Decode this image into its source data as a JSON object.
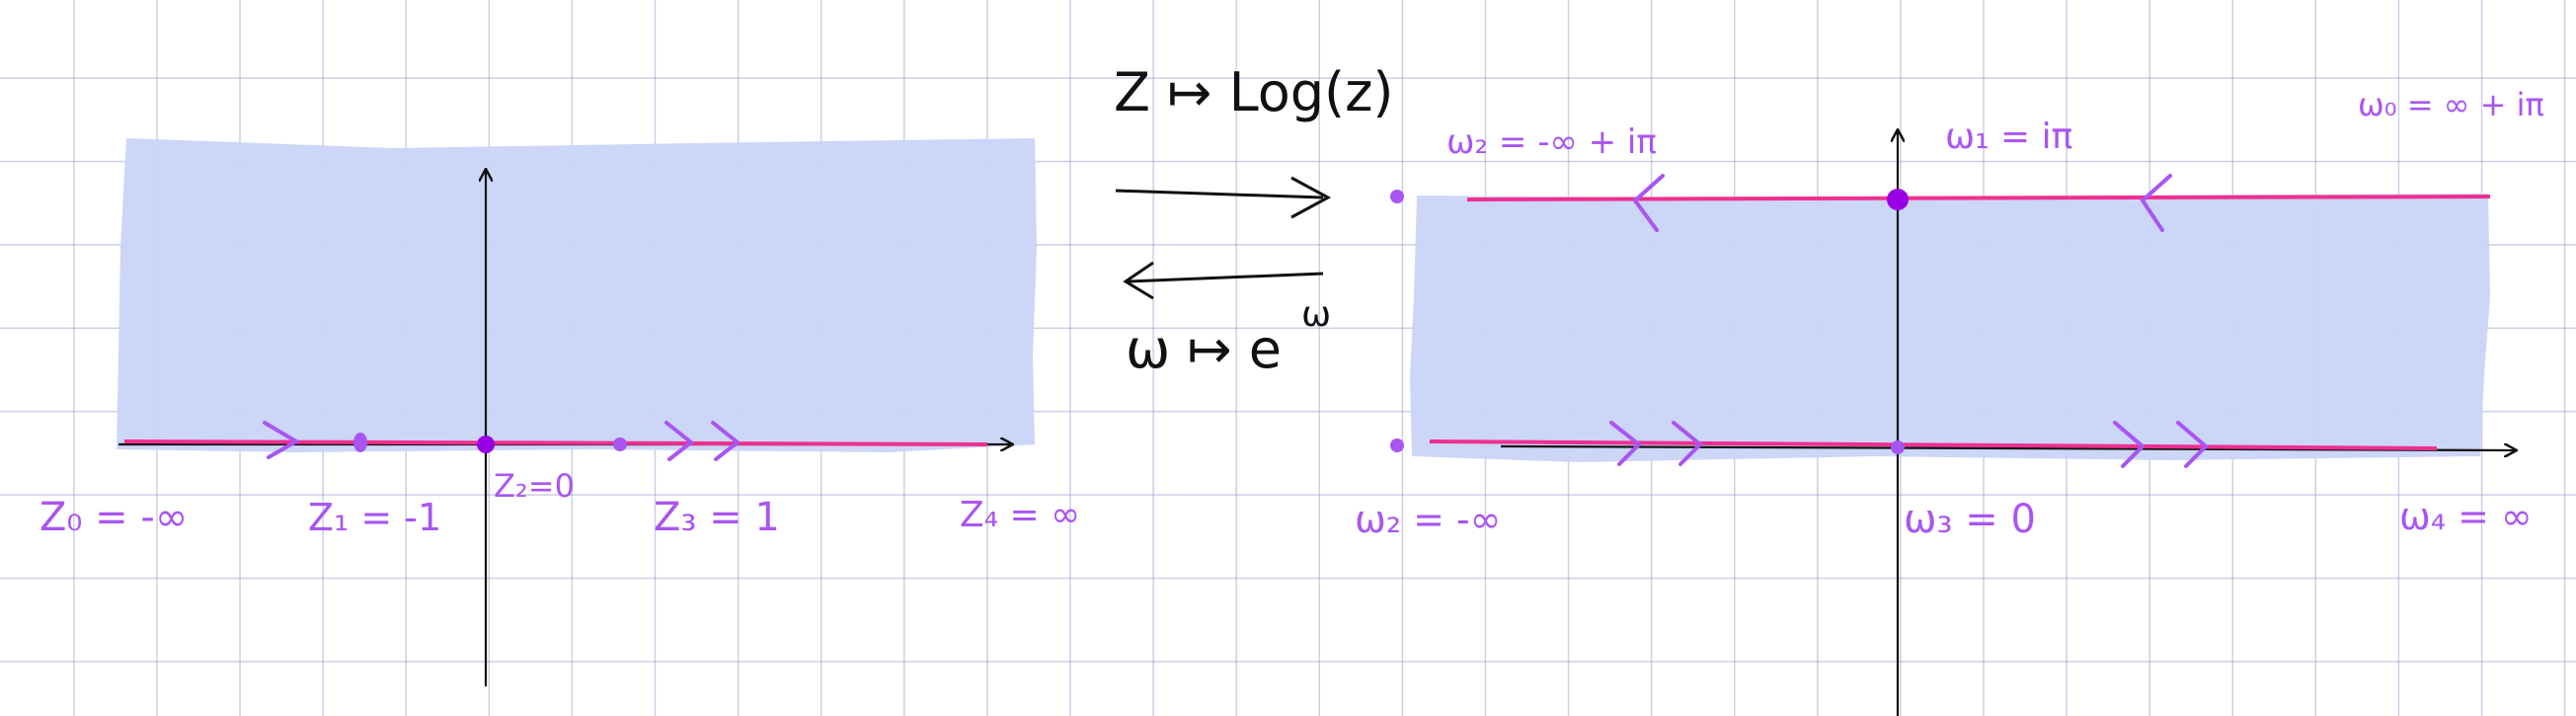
{
  "colors": {
    "region": "#c9d4f7",
    "real_line": "#ef2f8f",
    "ink_purple": "#a955f2",
    "point": "#9a00e6",
    "axis": "#111111"
  },
  "z_plane": {
    "labels": {
      "z0": "Z₀ = -∞",
      "z1": "Z₁ = -1",
      "z2": "Z₂=0",
      "z3": "Z₃ = 1",
      "z4": "Z₄ = ∞"
    }
  },
  "w_plane": {
    "labels": {
      "w2_top": "ω₂ = -∞ + iπ",
      "w1": "ω₁ = iπ",
      "w0": "ω₀ = ∞ + iπ",
      "w2_bottom": "ω₂ = -∞",
      "w3": "ω₃ = 0",
      "w4": "ω₄ = ∞"
    }
  },
  "maps": {
    "forward": "Z ↦ Log(z)",
    "inverse": "ω ↦ e",
    "inverse_exponent": "ω"
  }
}
